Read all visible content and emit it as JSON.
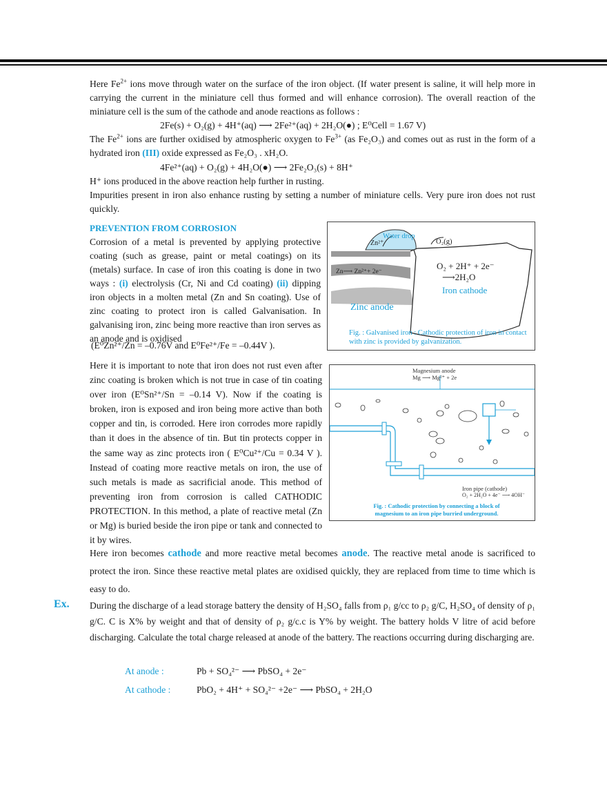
{
  "p1": {
    "line1a": "Here Fe",
    "line1b": " ions move through water on the surface of the iron object. (If water present is saline, it will help more in carrying the current in the miniature cell thus formed and will enhance corrosion). The overall reaction of the miniature cell is the sum of the cathode and anode reactions as follows :"
  },
  "eq1": "2Fe(s) + O₂(g) + 4H⁺(aq) ⟶ 2Fe²⁺(aq) + 2H₂O(●) ; E⁰Cell = 1.67 V)",
  "p2": {
    "a": "The Fe",
    "b": " ions are further oxidised by atmospheric oxygen to Fe",
    "c": " (as Fe₂O₃) and comes out as rust in the form of a hydrated iron ",
    "iii": "(III)",
    "d": " oxide expressed as Fe₂O₃ . xH₂O."
  },
  "eq2": "4Fe²⁺(aq) + O₂(g) + 4H₂O(●) ⟶ 2Fe₂O₃(s) + 8H⁺",
  "p3": "H⁺ ions produced in the above reaction help further in rusting.",
  "p4": "Impurities present in iron also enhance rusting by setting a number of miniature cells. Very pure iron does not rust quickly.",
  "prevention": {
    "heading": "PREVENTION FROM CORROSION",
    "p1a": "Corrosion of a metal is prevented by applying protective coating (such as grease, paint or metal coatings) on its (metals) surface. In case of iron this coating is done in two ways : ",
    "i": "(i)",
    "p1b": " electrolysis (Cr, Ni and Cd coating) ",
    "ii": "(ii)",
    "p1c": " dipping iron objects in a molten metal (Zn and Sn coating). Use of zinc coating to protect iron is called Galvanisation. In galvanising iron, zinc being more reactive than iron serves as an anode and is oxidised",
    "eqn": "(E⁰Zn²⁺/Zn = –0.76V  and  E⁰Fe²⁺/Fe = –0.44V ).",
    "p2a": "Here it is important to note that iron does not rust even after zinc coating is broken which is not true in case of tin coating over iron (E⁰Sn²⁺/Sn = –0.14 V). Now if the coating is broken, iron is exposed and iron being more active than both copper and tin, is corroded. Here iron corrodes more rapidly than it does in the absence of tin. But tin protects copper in the same way as zinc protects iron ( E⁰Cu²⁺/Cu = 0.34 V ). Instead of coating more reactive metals on iron, the use of such metals is made as sacrificial anode. This method of preventing iron from corrosion is called CATHODIC PROTECTION. In this method, a plate of reactive metal (Zn or Mg) is buried beside the iron pipe or tank and connected to it by wires.",
    "p3a": "Here iron becomes ",
    "cathode": "cathode",
    "p3b": " and more reactive metal becomes ",
    "anode": "anode",
    "p3c": ". The reactive metal anode is sacrificed to protect the iron. Since these reactive metal plates are oxidised quickly, they are replaced from time to time which is easy to do."
  },
  "fig1": {
    "water_drop": "Water drop",
    "zn2": "Zn²⁺",
    "o2g": "O₂(g)",
    "zn_eq": "Zn⟶ Zn²⁺+ 2e⁻",
    "cath1": "O₂ + 2H⁺ + 2e⁻",
    "cath2": "⟶2H₂O",
    "iron_cathode": "Iron cathode",
    "zinc_anode": "Zinc anode",
    "caption": "Fig. : Galvanised iron : Cathodic protection of iron in contact with zinc is provided by galvanization."
  },
  "fig2": {
    "mg_anode": "Magnesium anode",
    "mg_eq": "Mg ⟶ Mg²⁺ + 2e",
    "pipe": "Iron pipe (cathode)",
    "pipe_eq": "O₂ + 2H₂O + 4e⁻ ⟶ 4OH⁻",
    "caption": "Fig. : Cathodic protection by connecting a block of magnesium to an iron pipe burried underground."
  },
  "example": {
    "label": "Ex.",
    "text": "During the discharge of a lead storage battery the density of H₂SO₄ falls from ρ₁ g/cc to ρ₂ g/C, H₂SO₄ of density of ρ₁ g/C. C is X% by weight and that of density of ρ₂ g/c.c is Y% by weight. The battery holds V litre of acid before discharging. Calculate the total charge released at anode of the battery. The reactions occurring during discharging are.",
    "anode_label": "At anode :",
    "anode_eq": "Pb +  SO₄²⁻  ⟶  PbSO₄ + 2e⁻",
    "cathode_label": "At cathode :",
    "cathode_eq": "PbO₂ + 4H⁺ + SO₄²⁻ +2e⁻  ⟶  PbSO₄ + 2H₂O"
  }
}
